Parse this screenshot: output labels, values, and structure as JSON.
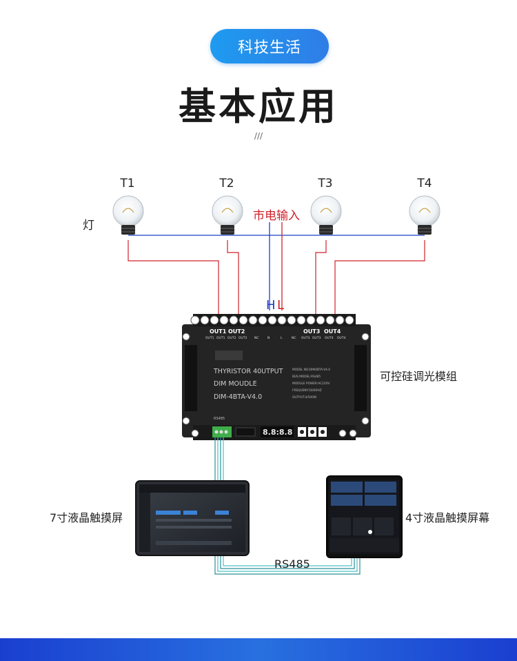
{
  "header": {
    "pill": "科技生活",
    "title": "基本应用",
    "slashes": "///"
  },
  "lamps": {
    "group_label": "灯",
    "names": [
      "T1",
      "T2",
      "T3",
      "T4"
    ]
  },
  "mains": {
    "label": "市电输入",
    "h": "H",
    "l": "L"
  },
  "module": {
    "label": "可控硅调光模组",
    "out_labels": [
      "OUT1",
      "OUT2",
      "OUT3",
      "OUT4"
    ],
    "terminal_text": [
      "OUT1",
      "OUT1",
      "OUT2",
      "OUT2",
      "NC",
      "N",
      "L",
      "NC",
      "OUT3",
      "OUT3",
      "OUT4",
      "OUT4"
    ],
    "line1": "THYRISTOR  40UTPUT",
    "line2": "DIM  MOUDLE",
    "line3": "DIM-4BTA-V4.0",
    "spec": [
      "MODEL NO:DIM4BTA-V4.0",
      "BUS MODEL:RS485",
      "MODULE POWER:AC220V",
      "FREQUENY:50/60HZ",
      "OUTPUT:4/500W"
    ],
    "rs485_small": "RS485",
    "segment": "8.8:8.8"
  },
  "screens": {
    "left_label": "7寸液晶触摸屏",
    "right_label": "4寸液晶触摸屏幕",
    "bus_label": "RS485"
  },
  "colors": {
    "accent": "#2f7de6",
    "wire_red": "#d0202a",
    "wire_blue": "#1b3fc4",
    "module": "#1f1f1f"
  }
}
